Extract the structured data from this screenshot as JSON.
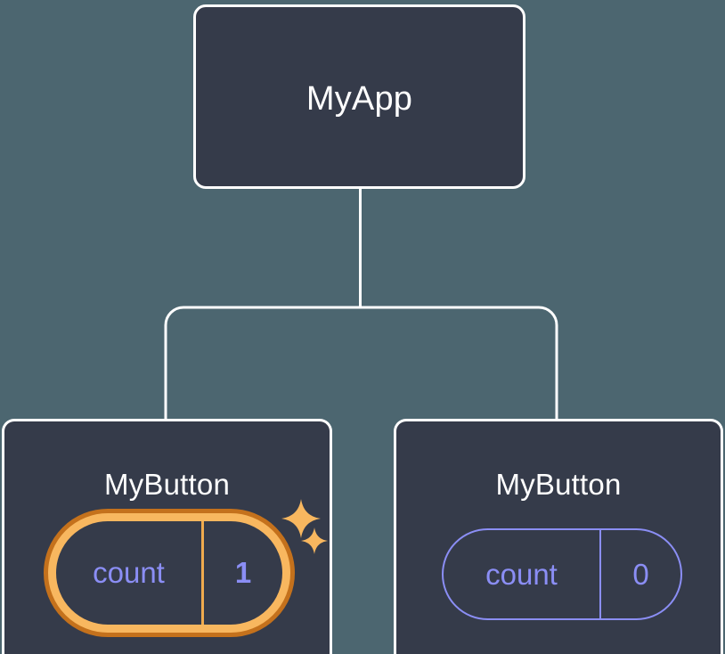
{
  "diagram": {
    "type": "component-tree",
    "background_color": "#4c6670",
    "node_fill_color": "#353b4a",
    "node_border_color": "#ffffff",
    "edge_color": "#ffffff",
    "state_color": "#8b8ef5",
    "highlight_color_outer": "#c4711c",
    "highlight_color_inner": "#f8b75f",
    "sparkle_color": "#f8b75f",
    "root": {
      "title": "MyApp"
    },
    "children": [
      {
        "title": "MyButton",
        "highlighted": true,
        "state": {
          "key": "count",
          "value": "1"
        },
        "sparkles": [
          "sparkle-large",
          "sparkle-small"
        ]
      },
      {
        "title": "MyButton",
        "highlighted": false,
        "state": {
          "key": "count",
          "value": "0"
        }
      }
    ]
  }
}
